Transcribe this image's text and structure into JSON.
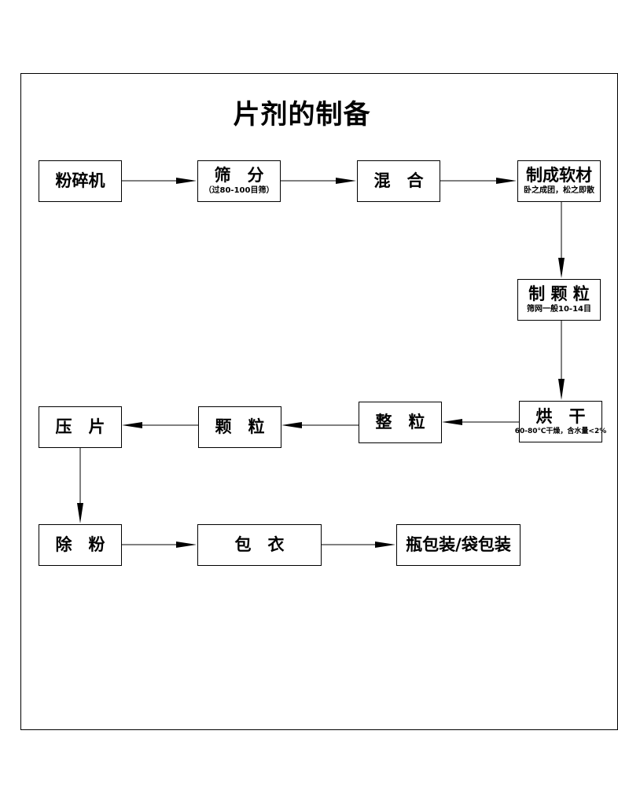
{
  "title": "片剂的制备",
  "steps": {
    "pulverizer": {
      "label": "粉碎机"
    },
    "sieve": {
      "label": "筛　分",
      "note": "（过80-100目筛）"
    },
    "mix": {
      "label": "混　合"
    },
    "soft_material": {
      "label": "制成软材",
      "note": "卧之成团，松之即散"
    },
    "granulate": {
      "label": "制 颗 粒",
      "note": "筛网一般10-14目"
    },
    "dry": {
      "label": "烘　干",
      "note": "60-80℃干燥，含水量<2%"
    },
    "size": {
      "label": "整　粒"
    },
    "granules": {
      "label": "颗　粒"
    },
    "press": {
      "label": "压　片"
    },
    "dedust": {
      "label": "除　粉"
    },
    "coat": {
      "label": "包　衣"
    },
    "package": {
      "label": "瓶包装/袋包装"
    }
  }
}
